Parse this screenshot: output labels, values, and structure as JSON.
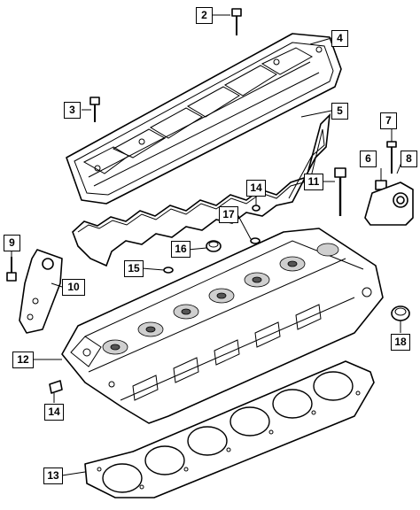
{
  "callouts": [
    {
      "id": "c2",
      "label": "2",
      "part": "valve-cover-bolt"
    },
    {
      "id": "c4",
      "label": "4",
      "part": "valve-cover"
    },
    {
      "id": "c3",
      "label": "3",
      "part": "bolt"
    },
    {
      "id": "c5",
      "label": "5",
      "part": "valve-cover-gasket"
    },
    {
      "id": "c7",
      "label": "7",
      "part": "stud"
    },
    {
      "id": "c6",
      "label": "6",
      "part": "bolt"
    },
    {
      "id": "c8",
      "label": "8",
      "part": "lifting-bracket-rear"
    },
    {
      "id": "c11",
      "label": "11",
      "part": "head-bolt"
    },
    {
      "id": "c14a",
      "label": "14",
      "part": "dowel-top"
    },
    {
      "id": "c17",
      "label": "17",
      "part": "o-ring"
    },
    {
      "id": "c16",
      "label": "16",
      "part": "seal"
    },
    {
      "id": "c9",
      "label": "9",
      "part": "bolt"
    },
    {
      "id": "c15",
      "label": "15",
      "part": "o-ring-small"
    },
    {
      "id": "c10",
      "label": "10",
      "part": "lifting-bracket-front"
    },
    {
      "id": "c18",
      "label": "18",
      "part": "plug"
    },
    {
      "id": "c12",
      "label": "12",
      "part": "cylinder-head"
    },
    {
      "id": "c14b",
      "label": "14",
      "part": "dowel-bottom"
    },
    {
      "id": "c13",
      "label": "13",
      "part": "head-gasket"
    }
  ]
}
